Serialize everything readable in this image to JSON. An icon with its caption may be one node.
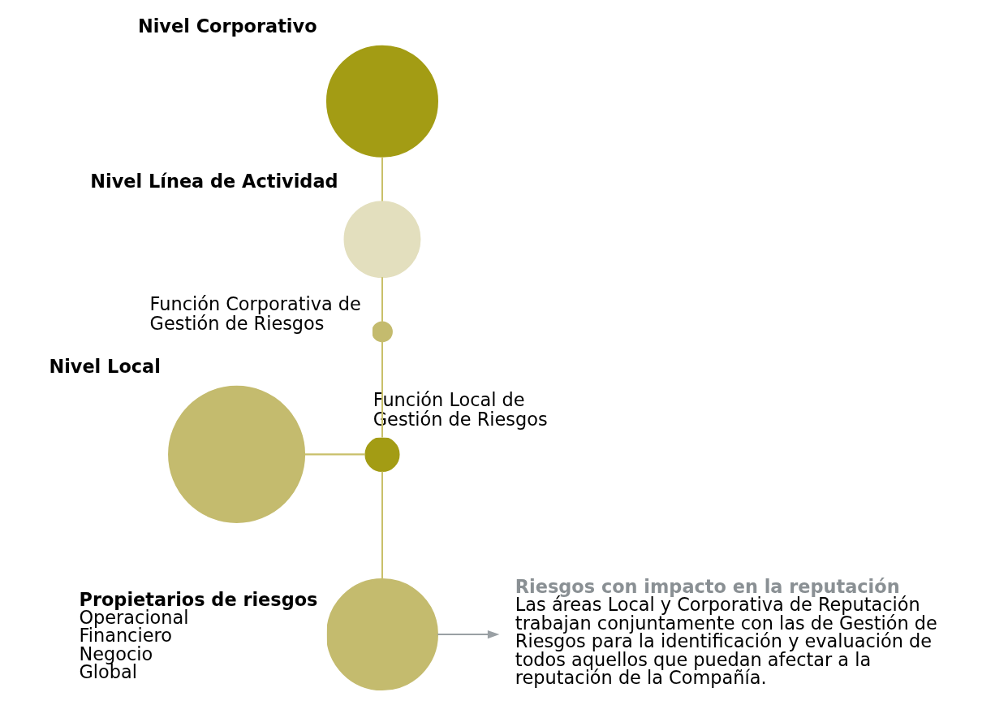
{
  "diagram": {
    "nodes": [
      {
        "text": [
          "Nivel Corporativo"
        ]
      },
      {
        "text": [
          "Nivel Línea de Actividad"
        ]
      },
      {
        "text": [
          "Función Corporativa de Gestión de Riesgos"
        ]
      },
      {
        "text": [
          "Nivel Local"
        ]
      },
      {
        "text": [
          "Función Local de Gestión de Riesgos"
        ]
      },
      {
        "text": [
          "Propietarios de riesgos",
          "Operacional",
          "Financiero",
          "Negocio",
          "Global"
        ]
      },
      {
        "text": [
          "Riesgos con impacto en la reputación",
          "Las áreas Local y Corporativa de Reputación trabajan conjuntamente con las de Gestión de Riesgos para la identificación y evaluación de todos aquellos que puedan afectar a la reputación de la Compañía."
        ]
      }
    ],
    "edges": [
      {
        "from": 0,
        "to": 1,
        "arrow": "none"
      },
      {
        "from": 1,
        "to": 2,
        "arrow": "none"
      },
      {
        "from": 2,
        "to": 4,
        "arrow": "none"
      },
      {
        "from": 3,
        "to": 4,
        "arrow": "none"
      },
      {
        "from": 4,
        "to": 5,
        "arrow": "none"
      },
      {
        "from": 5,
        "to": 6,
        "arrow": "to",
        "color": "#9aa0a4"
      }
    ]
  }
}
